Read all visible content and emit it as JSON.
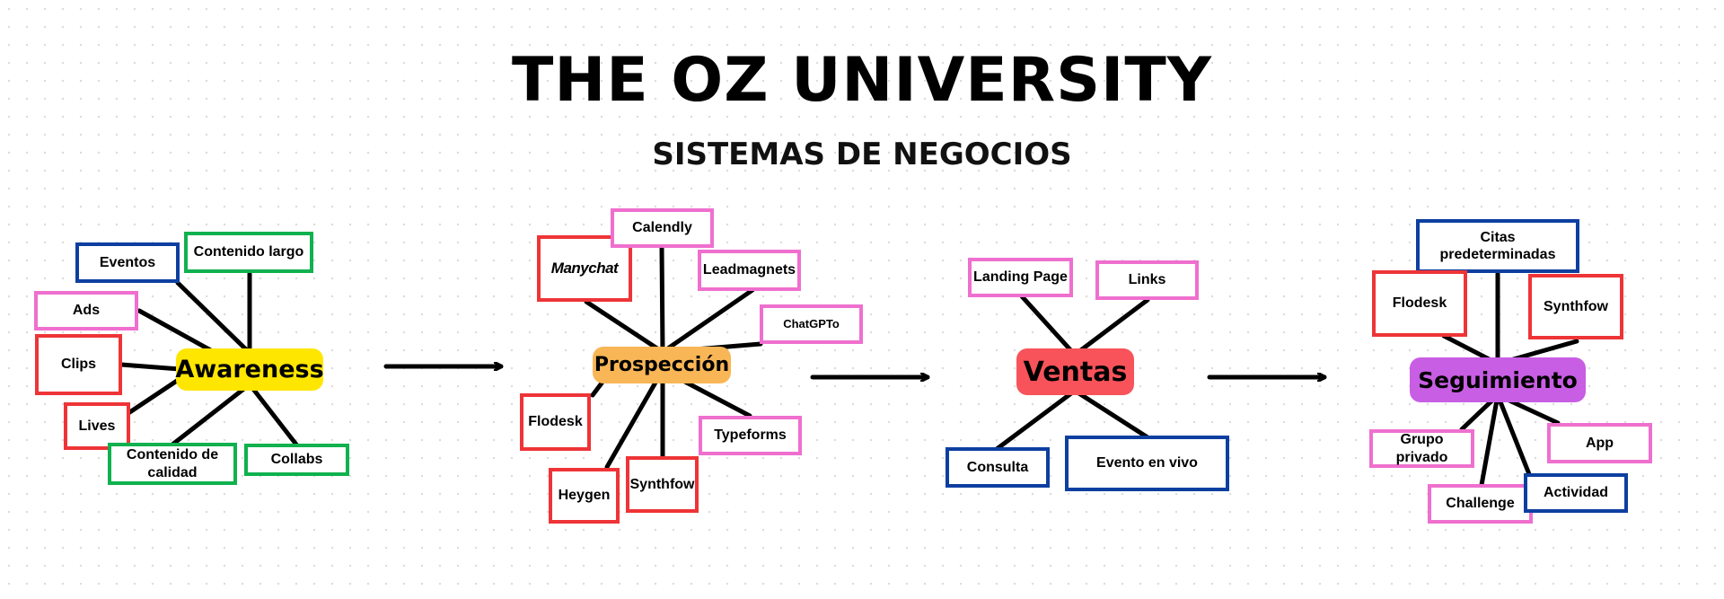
{
  "header": {
    "title": "THE OZ UNIVERSITY",
    "subtitle": "SISTEMAS DE NEGOCIOS"
  },
  "colors": {
    "red": "#ee3437",
    "pink": "#ef6fce",
    "blue": "#0d3fa0",
    "green": "#10b14e",
    "awareness": "#ffe600",
    "prospeccion": "#f9b656",
    "ventas": "#f8535a",
    "seguimiento": "#c85ee4"
  },
  "awareness": {
    "hub": "Awareness",
    "eventos": "Eventos",
    "contenido_largo": "Contenido largo",
    "ads": "Ads",
    "clips": "Clips",
    "lives": "Lives",
    "contenido_calidad": "Contenido de calidad",
    "collabs": "Collabs"
  },
  "prospeccion": {
    "hub": "Prospección",
    "manychat": "Manychat",
    "calendly": "Calendly",
    "leadmagnets": "Leadmagnets",
    "chatgpt": "ChatGPTo",
    "flodesk": "Flodesk",
    "typeforms": "Typeforms",
    "heygen": "Heygen",
    "synthfow": "Synthfow"
  },
  "ventas": {
    "hub": "Ventas",
    "landing_page": "Landing Page",
    "links": "Links",
    "consulta": "Consulta",
    "evento_en_vivo": "Evento en vivo"
  },
  "seguimiento": {
    "hub": "Seguimiento",
    "citas": "Citas predeterminadas",
    "flodesk": "Flodesk",
    "synthfow": "Synthfow",
    "grupo_privado": "Grupo privado",
    "app": "App",
    "challenge": "Challenge",
    "actividad": "Actividad"
  }
}
